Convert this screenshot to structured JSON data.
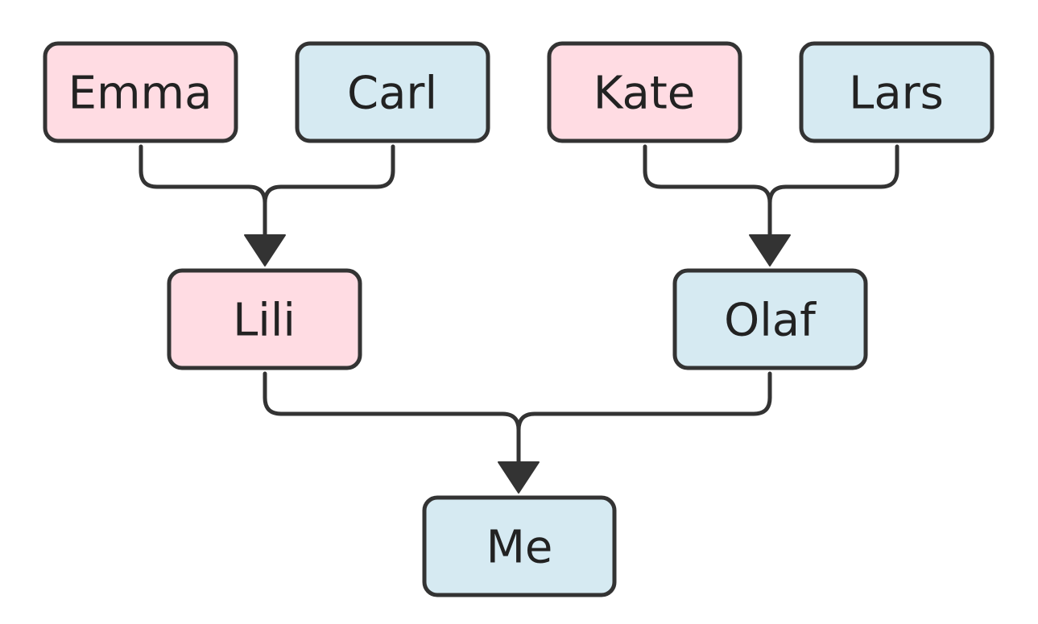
{
  "colors": {
    "female_fill": "#ffdce3",
    "male_fill": "#d6eaf2",
    "stroke": "#333333",
    "text": "#222222"
  },
  "nodes": {
    "emma": {
      "label": "Emma",
      "fill": "female"
    },
    "carl": {
      "label": "Carl",
      "fill": "male"
    },
    "kate": {
      "label": "Kate",
      "fill": "female"
    },
    "lars": {
      "label": "Lars",
      "fill": "male"
    },
    "lili": {
      "label": "Lili",
      "fill": "female"
    },
    "olaf": {
      "label": "Olaf",
      "fill": "male"
    },
    "me": {
      "label": "Me",
      "fill": "male"
    }
  },
  "edges": [
    {
      "from": [
        "emma",
        "carl"
      ],
      "to": "lili"
    },
    {
      "from": [
        "kate",
        "lars"
      ],
      "to": "olaf"
    },
    {
      "from": [
        "lili",
        "olaf"
      ],
      "to": "me"
    }
  ]
}
